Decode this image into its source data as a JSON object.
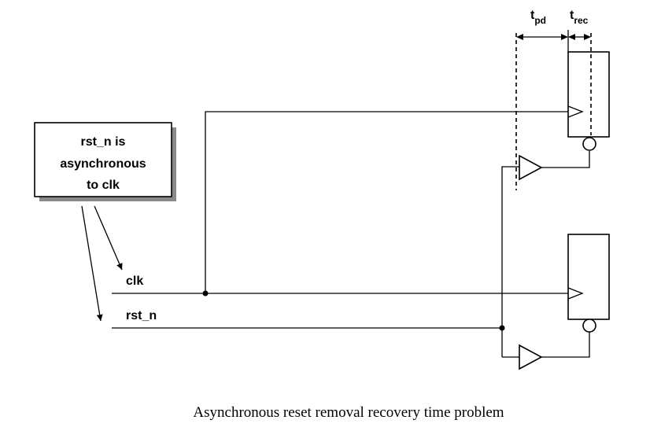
{
  "note": {
    "lines": [
      "rst_n is",
      "asynchronous",
      "to clk"
    ]
  },
  "signals": {
    "clk": "clk",
    "rst_n": "rst_n"
  },
  "timing": {
    "tpd": {
      "main": "t",
      "sub": "pd"
    },
    "trec": {
      "main": "t",
      "sub": "rec"
    }
  },
  "caption": "Asynchronous reset removal recovery time problem"
}
